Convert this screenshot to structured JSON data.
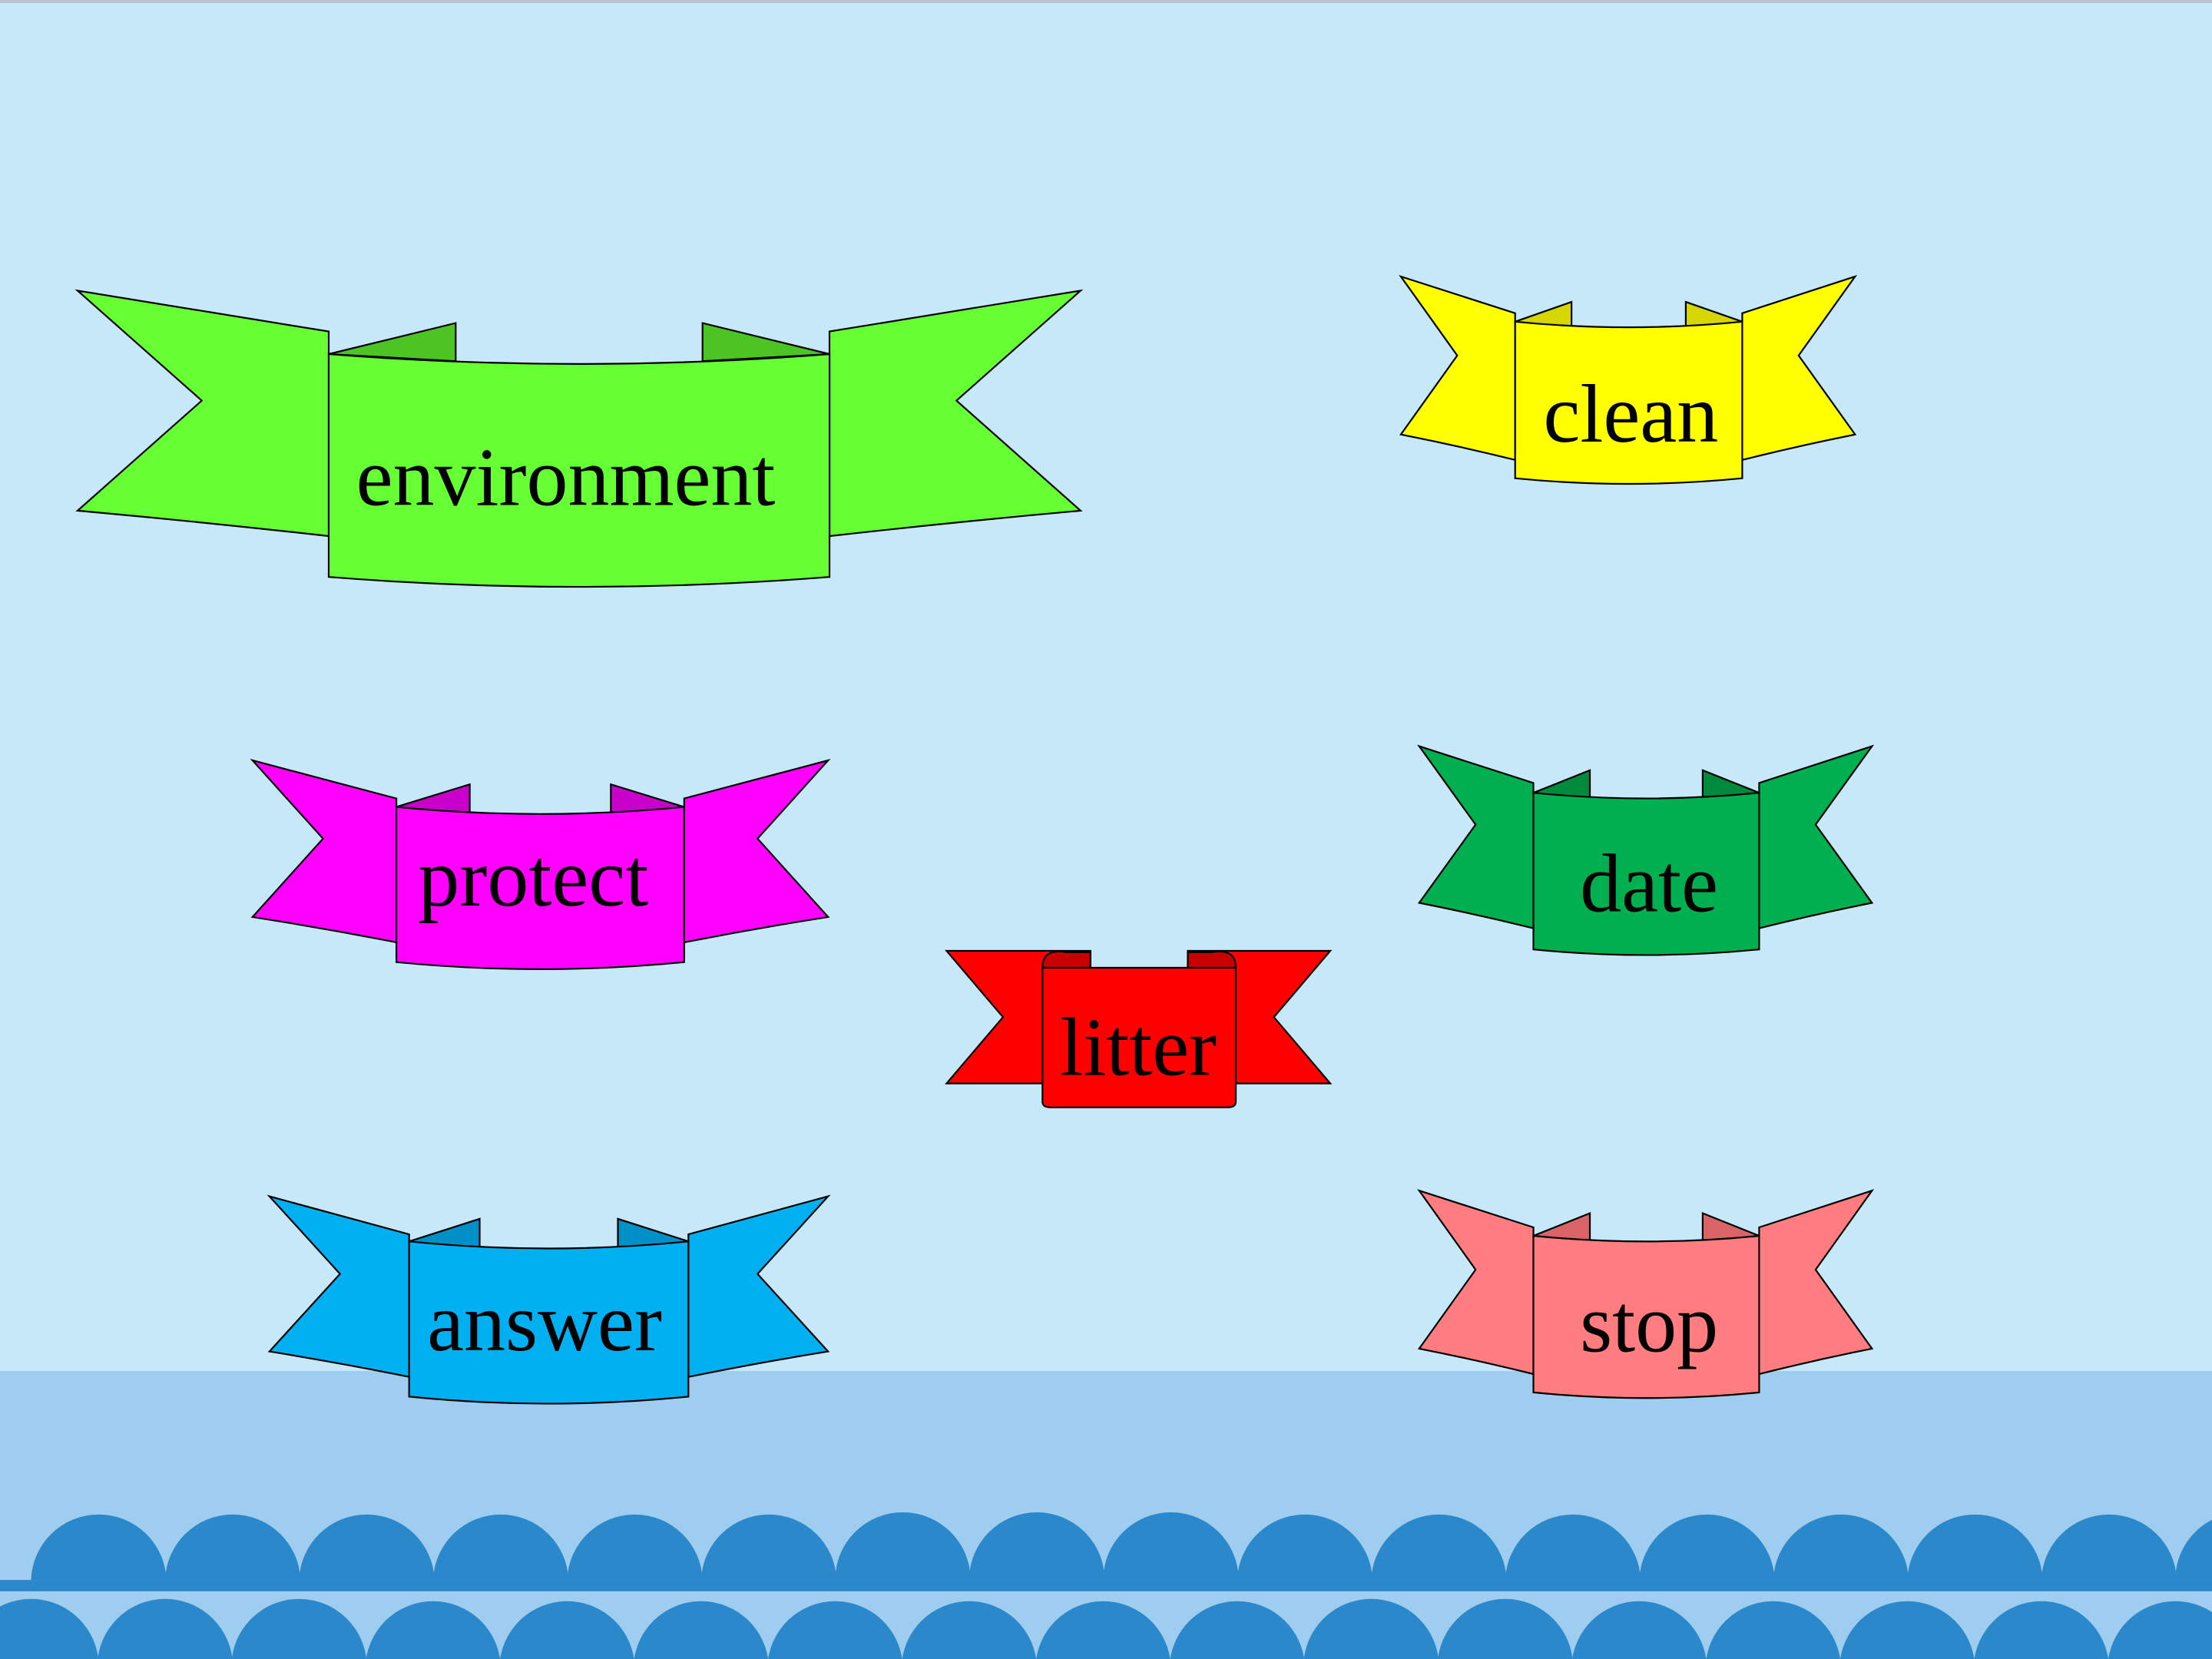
{
  "scene": {
    "background_color": "#c6e8f9",
    "ground_color": "#9fcdf0",
    "wave_color": "#2a88cb",
    "outline_color": "#000000"
  },
  "banners": [
    {
      "id": "environment",
      "label": "environment",
      "fill": "#66ff33",
      "fold": "#4cc524"
    },
    {
      "id": "clean",
      "label": "clean",
      "fill": "#ffff00",
      "fold": "#d6d600"
    },
    {
      "id": "protect",
      "label": "protect",
      "fill": "#ff00ff",
      "fold": "#c900c9"
    },
    {
      "id": "date",
      "label": "date",
      "fill": "#00b050",
      "fold": "#008a3e"
    },
    {
      "id": "litter",
      "label": "litter",
      "fill": "#ff0000",
      "fold": "#c80000"
    },
    {
      "id": "answer",
      "label": "answer",
      "fill": "#00b0f0",
      "fold": "#0090c8"
    },
    {
      "id": "stop",
      "label": "stop",
      "fill": "#ff7c80",
      "fold": "#d86468"
    }
  ]
}
